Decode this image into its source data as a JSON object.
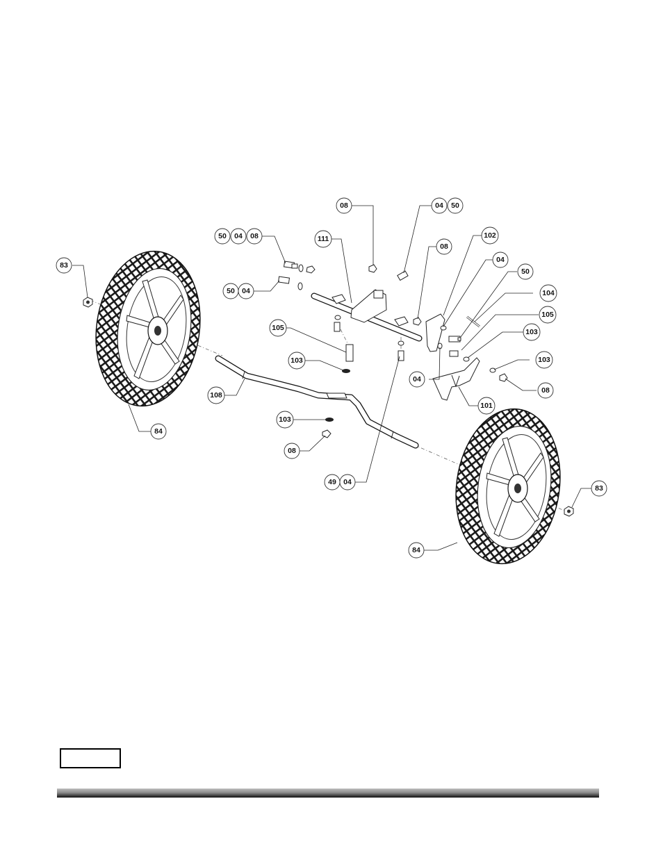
{
  "diagram": {
    "callouts": [
      {
        "id": "c1",
        "label": "08"
      },
      {
        "id": "c2",
        "label": "04"
      },
      {
        "id": "c3",
        "label": "50"
      },
      {
        "id": "c4",
        "label": "50"
      },
      {
        "id": "c5",
        "label": "04"
      },
      {
        "id": "c6",
        "label": "08"
      },
      {
        "id": "c7",
        "label": "111"
      },
      {
        "id": "c8",
        "label": "102"
      },
      {
        "id": "c9",
        "label": "08"
      },
      {
        "id": "c10",
        "label": "83"
      },
      {
        "id": "c11",
        "label": "04"
      },
      {
        "id": "c12",
        "label": "50"
      },
      {
        "id": "c13",
        "label": "50"
      },
      {
        "id": "c14",
        "label": "04"
      },
      {
        "id": "c15",
        "label": "104"
      },
      {
        "id": "c16",
        "label": "105"
      },
      {
        "id": "c17",
        "label": "105"
      },
      {
        "id": "c18",
        "label": "103"
      },
      {
        "id": "c19",
        "label": "103"
      },
      {
        "id": "c20",
        "label": "103"
      },
      {
        "id": "c21",
        "label": "04"
      },
      {
        "id": "c22",
        "label": "08"
      },
      {
        "id": "c23",
        "label": "108"
      },
      {
        "id": "c24",
        "label": "101"
      },
      {
        "id": "c25",
        "label": "84"
      },
      {
        "id": "c26",
        "label": "103"
      },
      {
        "id": "c27",
        "label": "08"
      },
      {
        "id": "c28",
        "label": "49"
      },
      {
        "id": "c29",
        "label": "04"
      },
      {
        "id": "c30",
        "label": "83"
      },
      {
        "id": "c31",
        "label": "84"
      }
    ]
  },
  "footer": {
    "page_number": ""
  }
}
